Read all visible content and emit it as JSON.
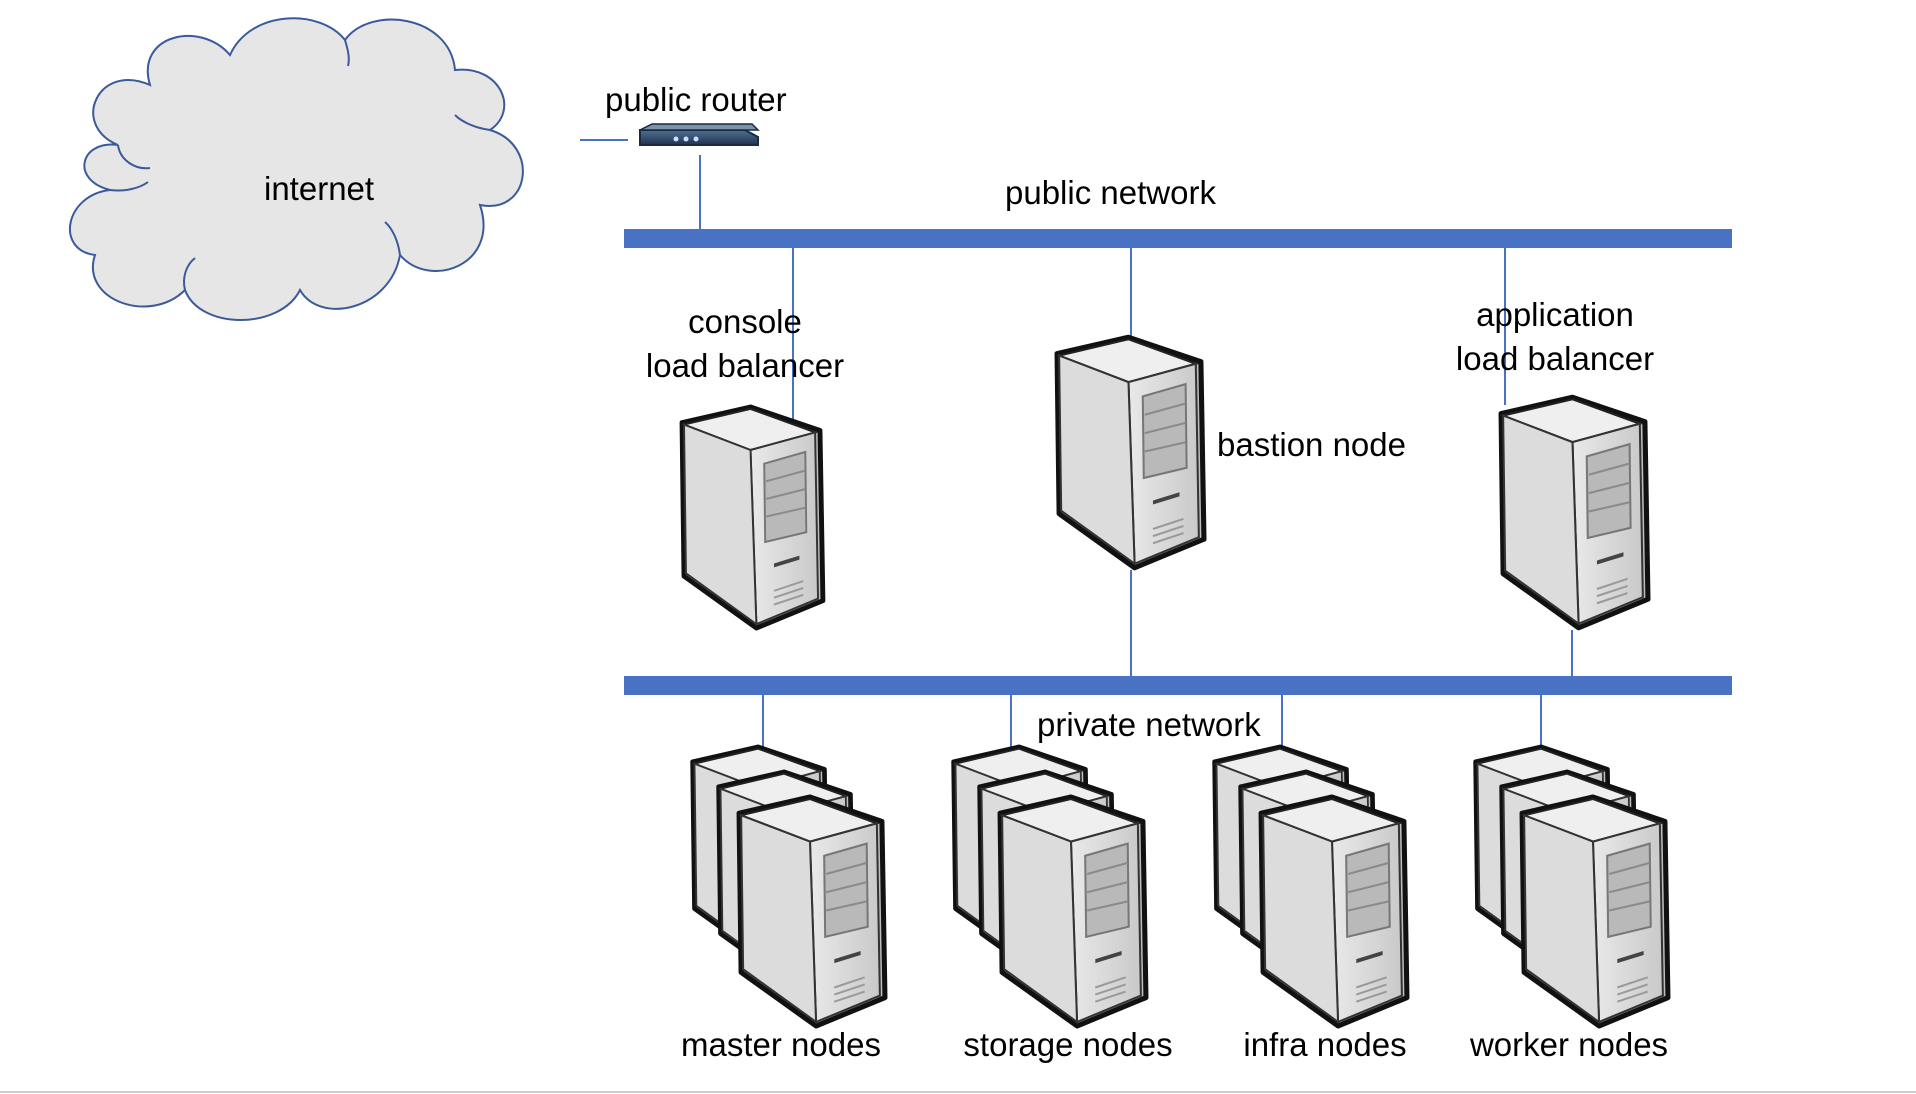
{
  "nodes": {
    "internet": "internet",
    "public_router": "public router",
    "public_network": "public network",
    "private_network": "private network",
    "console_lb": [
      "console",
      "load balancer"
    ],
    "bastion": "bastion node",
    "app_lb": [
      "application",
      "load balancer"
    ],
    "master": "master nodes",
    "storage": "storage nodes",
    "infra": "infra nodes",
    "worker": "worker nodes"
  },
  "colors": {
    "network_bus": "#4a72c4",
    "link_line": "#4a72c4",
    "cloud_fill": "#e6e6e6",
    "cloud_stroke": "#3a5a9a",
    "server_body": "#d9d9d9",
    "server_outline": "#111111"
  },
  "icons": {
    "cloud": "cloud-icon",
    "router": "router-icon",
    "server": "server-tower-icon",
    "server_cluster": "server-cluster-icon"
  }
}
